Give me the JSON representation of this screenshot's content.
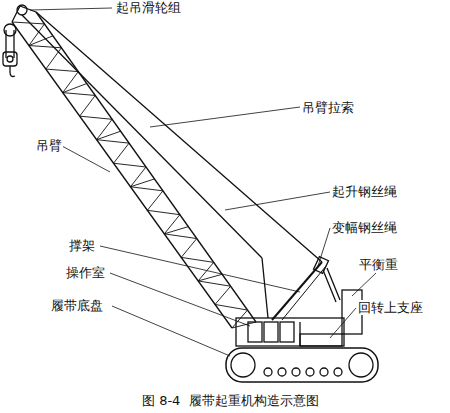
{
  "diagram": {
    "caption": "图 8-4  履带起重机构造示意图",
    "labels": [
      "起吊滑轮组",
      "吊臂拉索",
      "吊臂",
      "起升钢丝绳",
      "变幅钢丝绳",
      "撑架",
      "平衡重",
      "操作室",
      "回转上支座",
      "履带底盘"
    ]
  }
}
